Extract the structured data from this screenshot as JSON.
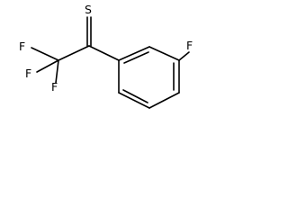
{
  "molecule": {
    "atoms": {
      "sulfur": "S",
      "fluorine_top_left": "F",
      "fluorine_left": "F",
      "fluorine_bottom": "F",
      "fluorine_ring": "F"
    }
  }
}
